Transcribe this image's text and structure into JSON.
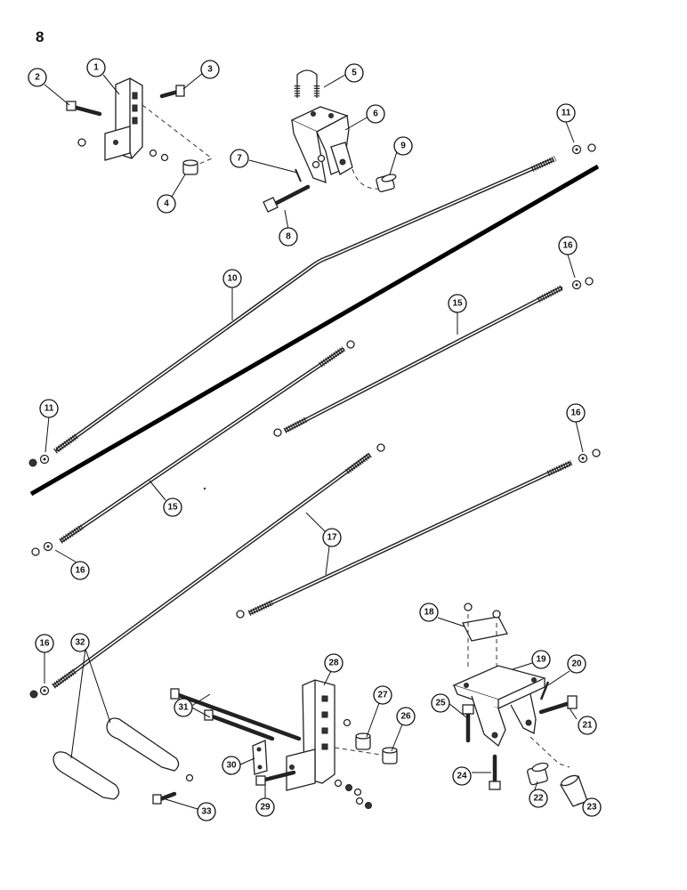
{
  "page": {
    "number": "8"
  },
  "callouts": [
    "1",
    "2",
    "3",
    "4",
    "5",
    "6",
    "7",
    "8",
    "9",
    "10",
    "11",
    "11",
    "15",
    "15",
    "16",
    "16",
    "16",
    "16",
    "17",
    "18",
    "19",
    "20",
    "21",
    "22",
    "23",
    "24",
    "25",
    "26",
    "27",
    "28",
    "29",
    "30",
    "31",
    "32",
    "33"
  ]
}
